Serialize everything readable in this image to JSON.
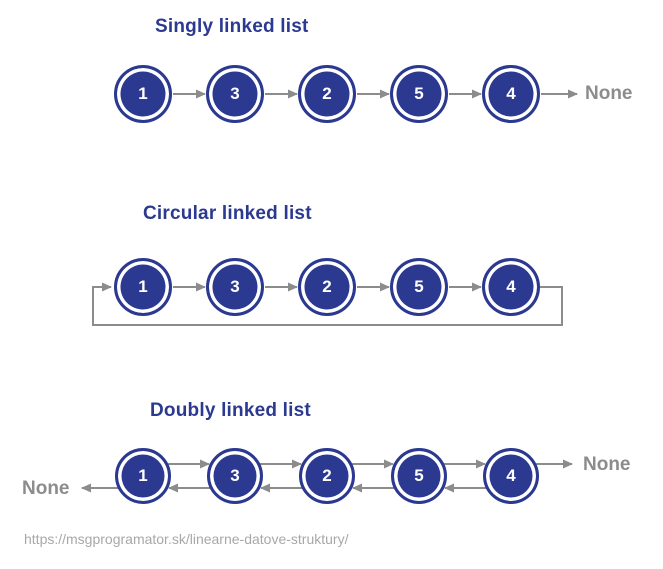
{
  "page": {
    "source_url": "https://msgprogramator.sk/linearne-datove-struktury/"
  },
  "colors": {
    "node_blue": "#2B3990",
    "title_blue": "#2B3990",
    "arrow_gray": "#8C8C8C",
    "none_gray": "#8C8C8C",
    "url_gray": "#A8A8A8"
  },
  "diagrams": [
    {
      "id": "singly",
      "title": "Singly linked list",
      "nodes": [
        "1",
        "3",
        "2",
        "5",
        "4"
      ],
      "tail_label": "None"
    },
    {
      "id": "circular",
      "title": "Circular linked list",
      "nodes": [
        "1",
        "3",
        "2",
        "5",
        "4"
      ]
    },
    {
      "id": "doubly",
      "title": "Doubly linked list",
      "nodes": [
        "1",
        "3",
        "2",
        "5",
        "4"
      ],
      "head_label": "None",
      "tail_label": "None"
    }
  ]
}
